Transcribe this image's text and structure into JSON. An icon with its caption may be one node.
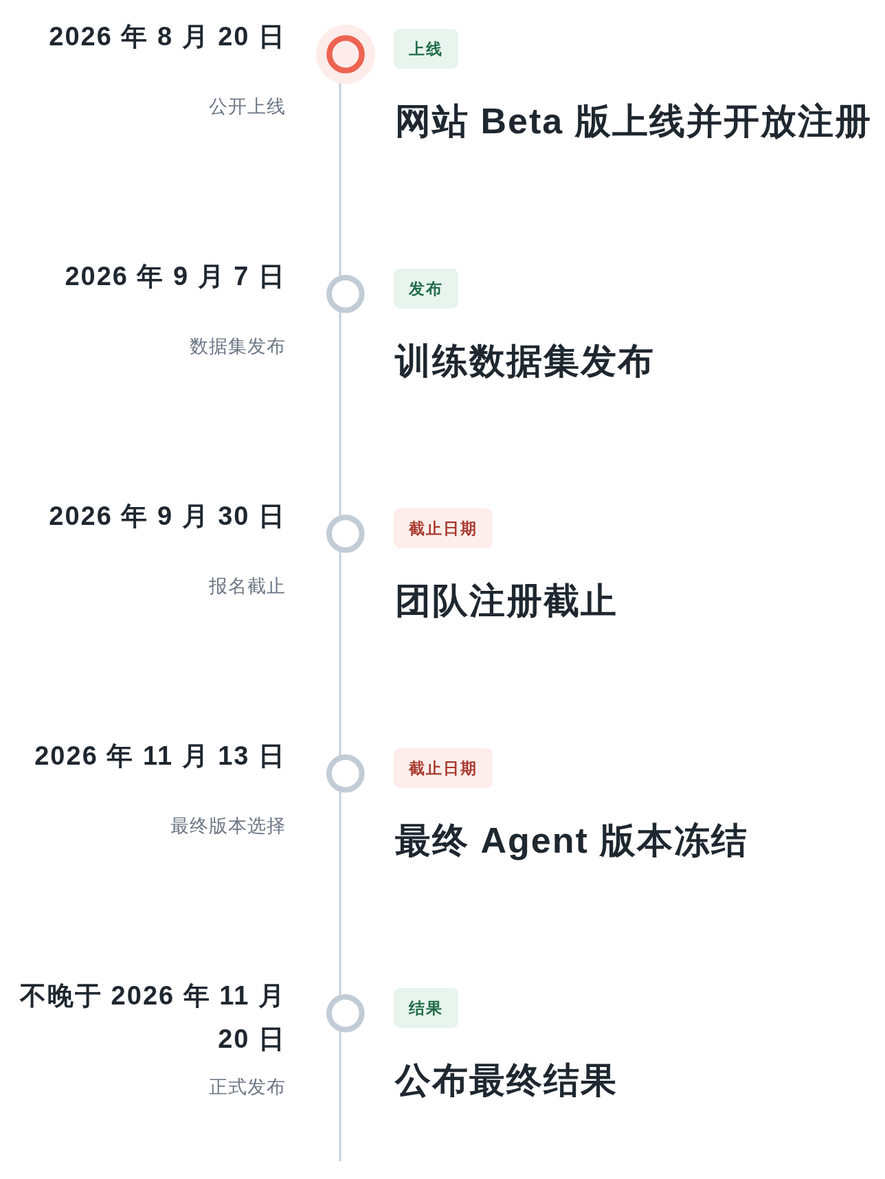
{
  "diagram": {
    "nodes": [
      {
        "text": [],
        "shape": "circle",
        "beside": [
          "2026 年 8 月 20 日",
          "公开上线"
        ]
      },
      {
        "text": [
          "上线"
        ]
      },
      {
        "text": [],
        "shape": "circle",
        "beside": [
          "2026 年 9 月 7 日",
          "数据集发布"
        ]
      },
      {
        "text": [
          "发布"
        ]
      },
      {
        "text": [],
        "shape": "circle",
        "beside": [
          "2026 年 9 月 30 日",
          "报名截止"
        ]
      },
      {
        "text": [
          "截止日期"
        ]
      },
      {
        "text": [],
        "shape": "circle",
        "beside": [
          "2026 年 11 月 13 日",
          "最终版本选择"
        ]
      },
      {
        "text": [
          "截止日期"
        ]
      },
      {
        "text": [],
        "shape": "circle",
        "beside": [
          "不晚于 2026 年 11 月 20 日",
          "正式发布"
        ]
      },
      {
        "text": [
          "结果"
        ]
      }
    ],
    "edges": [
      {
        "from": 0,
        "to": 2,
        "arrow": "none"
      },
      {
        "from": 2,
        "to": 4,
        "arrow": "none"
      },
      {
        "from": 4,
        "to": 6,
        "arrow": "none"
      },
      {
        "from": 6,
        "to": 8,
        "arrow": "none"
      },
      {
        "from": 8,
        "to": null,
        "arrow": "none"
      }
    ],
    "labels": [
      "网站 Beta 版上线并开放注册",
      "训练数据集发布",
      "团队注册截止",
      "最终 Agent 版本冻结",
      "公布最终结果"
    ]
  }
}
